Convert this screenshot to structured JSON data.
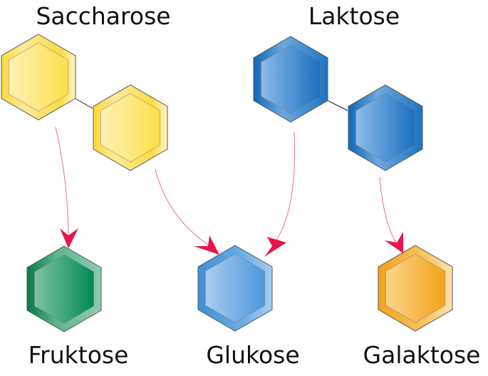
{
  "labels": {
    "saccharose": "Saccharose",
    "laktose": "Laktose",
    "fruktose": "Fruktose",
    "glukose": "Glukose",
    "galaktose": "Galaktose"
  },
  "colors": {
    "yellow": "#fbd93a",
    "blue": "#2a7fc9",
    "green": "#0a8a55",
    "orange": "#f3a820",
    "arrow": "#e8144a"
  }
}
